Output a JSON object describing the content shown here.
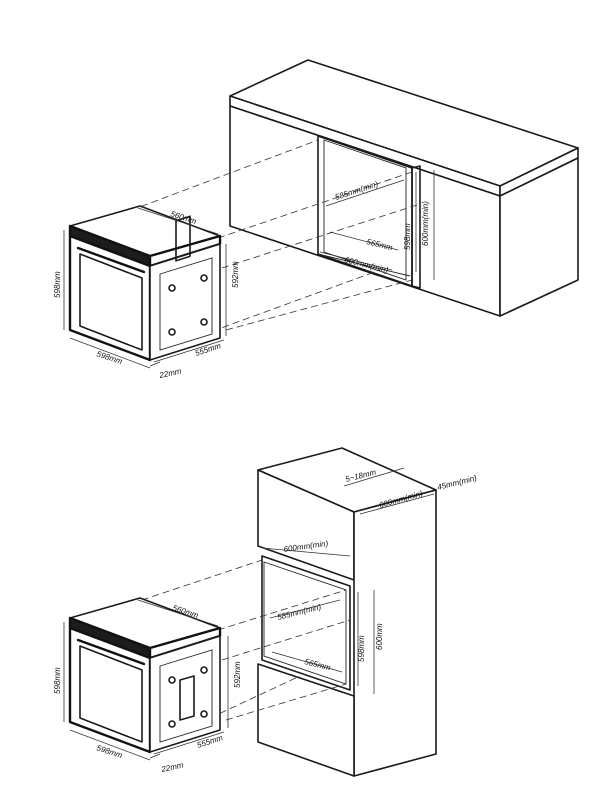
{
  "top": {
    "oven": {
      "depth_top": "560mm",
      "height_front": "598mm",
      "height_side": "592mm",
      "width_front": "598mm",
      "depth_side": "555mm",
      "door": "22mm"
    },
    "cabinet": {
      "niche_depth": "585mm(min)",
      "inner_width": "565mm",
      "outer_width": "600mm(min)",
      "niche_height": "598mm",
      "outer_height": "600mm(min)"
    }
  },
  "bottom": {
    "oven": {
      "depth_top": "560mm",
      "height_front": "598mm",
      "height_side": "592mm",
      "width_front": "598mm",
      "depth_side": "555mm",
      "door": "22mm"
    },
    "cabinet": {
      "gap": "5~18mm",
      "depth": "600mm(min)",
      "back_gap": "45mm(min)",
      "outer_width": "600mm(min)",
      "niche_depth": "585mm(min)",
      "inner_width": "565mm",
      "niche_height": "598mm",
      "outer_height": "600mm"
    }
  }
}
